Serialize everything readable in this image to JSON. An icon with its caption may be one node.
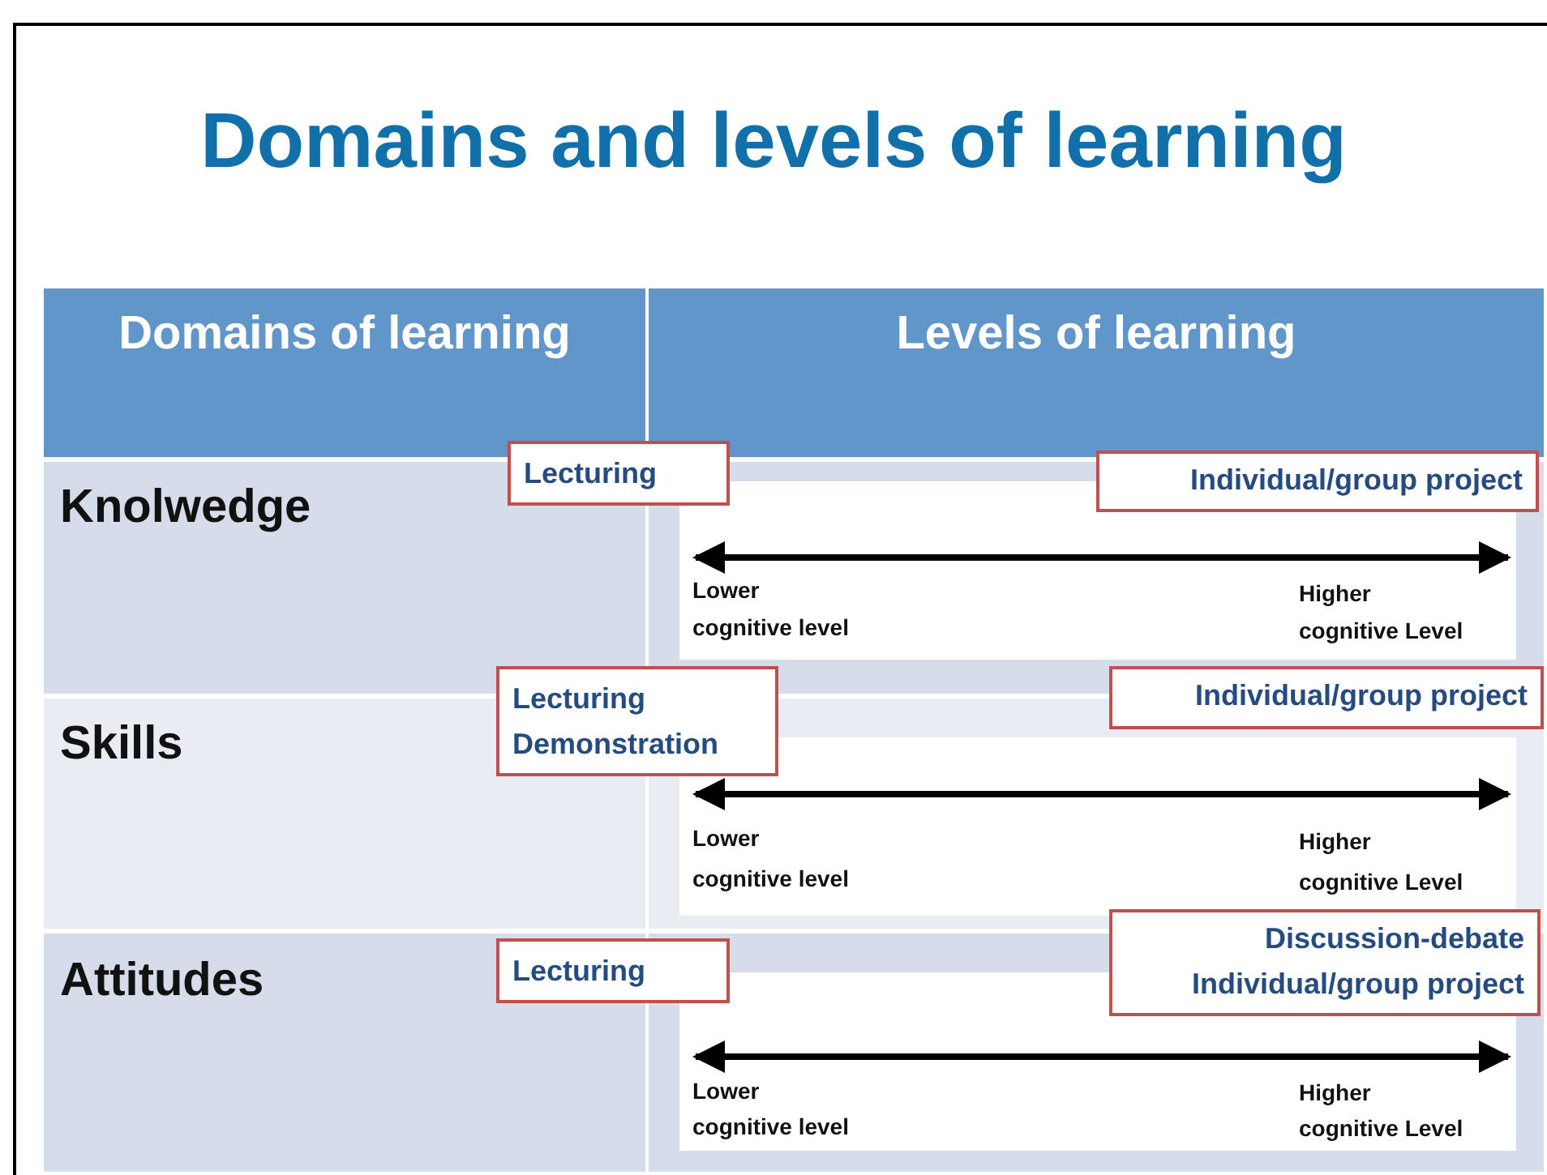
{
  "diagram": {
    "title": "Domains and levels of learning",
    "nodes": [
      {
        "text": [
          "Lecturing"
        ]
      },
      {
        "text": [
          "Individual/group project"
        ]
      },
      {
        "text": [
          "Lecturing",
          "Demonstration"
        ]
      },
      {
        "text": [
          "Individual/group project"
        ]
      },
      {
        "text": [
          "Lecturing"
        ]
      },
      {
        "text": [
          "Discussion-debate",
          "Individual/group project"
        ]
      }
    ],
    "edges": [],
    "labels": [
      "Domains of learning",
      "Levels of learning",
      "Knolwedge",
      "Lower",
      "cognitive level",
      "Higher",
      "cognitive Level",
      "Skills",
      "Lower",
      "cognitive level",
      "Higher",
      "cognitive Level",
      "Attitudes",
      "Lower",
      "cognitive level",
      "Higher",
      "cognitive Level"
    ]
  }
}
